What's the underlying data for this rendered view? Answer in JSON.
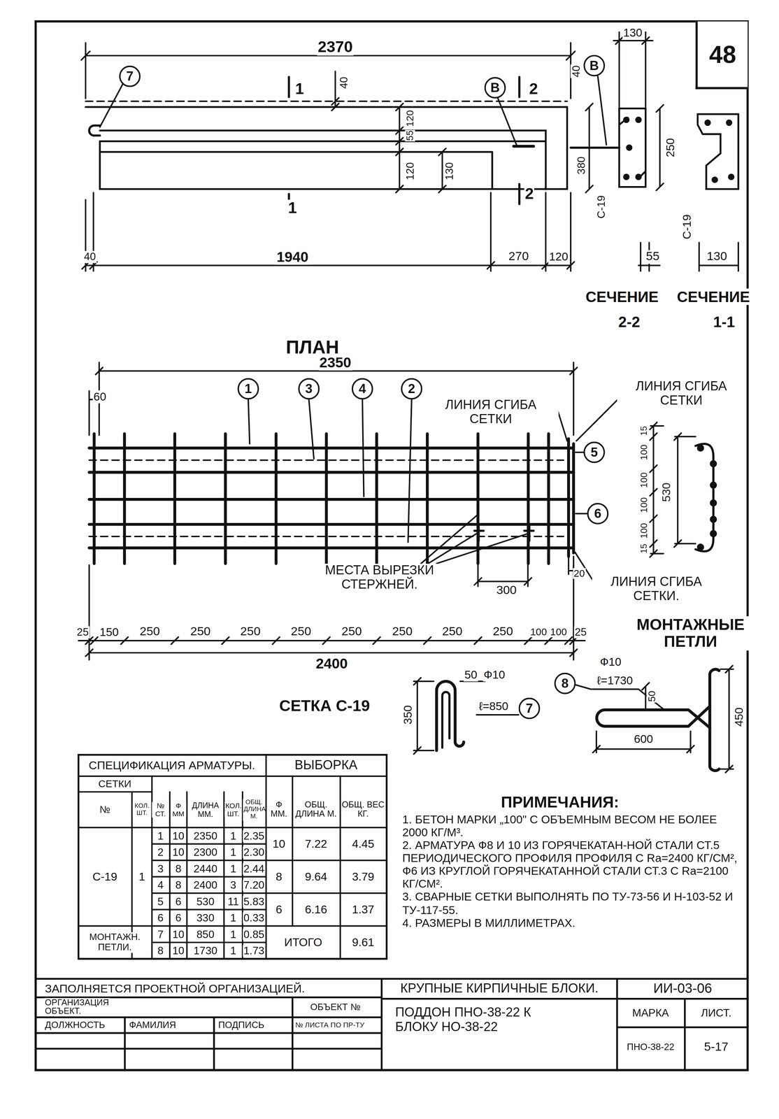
{
  "diagram": {
    "nodes": [
      {
        "text": [
          "48"
        ]
      },
      {
        "text": [
          "7"
        ]
      },
      {
        "text": [
          "В"
        ]
      },
      {
        "text": [
          "В"
        ]
      },
      {
        "text": [
          "1"
        ]
      },
      {
        "text": [
          "3"
        ]
      },
      {
        "text": [
          "4"
        ]
      },
      {
        "text": [
          "2"
        ]
      },
      {
        "text": [
          "5"
        ]
      },
      {
        "text": [
          "6"
        ]
      },
      {
        "text": [
          "8"
        ]
      },
      {
        "text": [
          "7"
        ]
      }
    ],
    "labels": [
      "2370",
      "1",
      "40",
      "2",
      "40",
      "120",
      "55",
      "120",
      "130",
      "380",
      "С-19",
      "130",
      "250",
      "С-19",
      "1",
      "2",
      "40",
      "1940",
      "270",
      "120",
      "55",
      "130",
      "СЕЧЕНИЕ",
      "СЕЧЕНИЕ",
      "2-2",
      "1-1",
      "ПЛАН",
      "2350",
      "60",
      "ЛИНИЯ СГИБА СЕТКИ",
      "ЛИНИЯ СГИБА СЕТКИ",
      "15",
      "100",
      "100",
      "100",
      "100",
      "15",
      "530",
      "МЕСТА ВЫРЕЗКИ СТЕРЖНЕЙ.",
      "300",
      "20",
      "ЛИНИЯ СГИБА СЕТКИ.",
      "25",
      "150",
      "250",
      "250",
      "250",
      "250",
      "250",
      "250",
      "250",
      "250",
      "100",
      "100",
      "25",
      "2400",
      "СЕТКА С-19",
      "МОНТАЖНЫЕ ПЕТЛИ",
      "350",
      "50",
      "Ф10",
      "ℓ=850",
      "Ф10",
      "ℓ=1730",
      "50",
      "450",
      "600",
      "СПЕЦИФИКАЦИЯ АРМАТУРЫ.",
      "ВЫБОРКА",
      "СЕТКИ",
      "№",
      "КОЛ. ШТ.",
      "№ СТ.",
      "Ф ММ",
      "ДЛИНА ММ.",
      "КОЛ. ШТ.",
      "ОБЩ. ДЛИНА М.",
      "Ф ММ.",
      "ОБЩ. ДЛИНА М.",
      "ОБЩ. ВЕС КГ.",
      "1",
      "10",
      "2350",
      "1",
      "2.35",
      "2",
      "10",
      "2300",
      "1",
      "2.30",
      "3",
      "8",
      "2440",
      "1",
      "2.44",
      "4",
      "8",
      "2400",
      "3",
      "7.20",
      "5",
      "6",
      "530",
      "11",
      "5.83",
      "6",
      "6",
      "330",
      "1",
      "0.33",
      "7",
      "10",
      "850",
      "1",
      "0.85",
      "8",
      "10",
      "1730",
      "1",
      "1.73",
      "С-19",
      "1",
      "МОНТАЖН. ПЕТЛИ.",
      "10",
      "7.22",
      "4.45",
      "8",
      "9.64",
      "3.79",
      "6",
      "6.16",
      "1.37",
      "ИТОГО",
      "9.61",
      "ПРИМЕЧАНИЯ:",
      "1. БЕТОН МАРКИ „100\" С ОБЪЕМНЫМ ВЕСОМ НЕ БОЛЕЕ 2000 КГ/М³.",
      "2. АРМАТУРА Ф8 И 10 ИЗ ГОРЯЧЕКАТАН-НОЙ СТАЛИ СТ.5 ПЕРИОДИЧЕСКОГО ПРОФИЛЯ ПРОФИЛЯ С Ra=2400 КГ/СМ², Ф6 ИЗ КРУГЛОЙ ГОРЯЧЕКАТАННОЙ СТАЛИ СТ.3 С Ra=2100 КГ/СМ².",
      "3. СВАРНЫЕ СЕТКИ ВЫПОЛНЯТЬ ПО ТУ-73-56 И Н-103-52 И ТУ-117-55.",
      "4. РАЗМЕРЫ В МИЛЛИМЕТРАХ.",
      "ЗАПОЛНЯЕТСЯ ПРОЕКТНОЙ ОРГАНИЗАЦИЕЙ.",
      "ОРГАНИЗАЦИЯ",
      "ОБЪЕКТ.",
      "ОБЪЕКТ №",
      "ДОЛЖНОСТЬ",
      "ФАМИЛИЯ",
      "ПОДПИСЬ",
      "№ ЛИСТА ПО ПР-ТУ",
      "КРУПНЫЕ КИРПИЧНЫЕ БЛОКИ.",
      "ИИ-03-06",
      "ПОДДОН ПНО-38-22 К БЛОКУ НО-38-22",
      "МАРКА",
      "ЛИСТ.",
      "ПНО-38-22",
      "5-17"
    ]
  }
}
